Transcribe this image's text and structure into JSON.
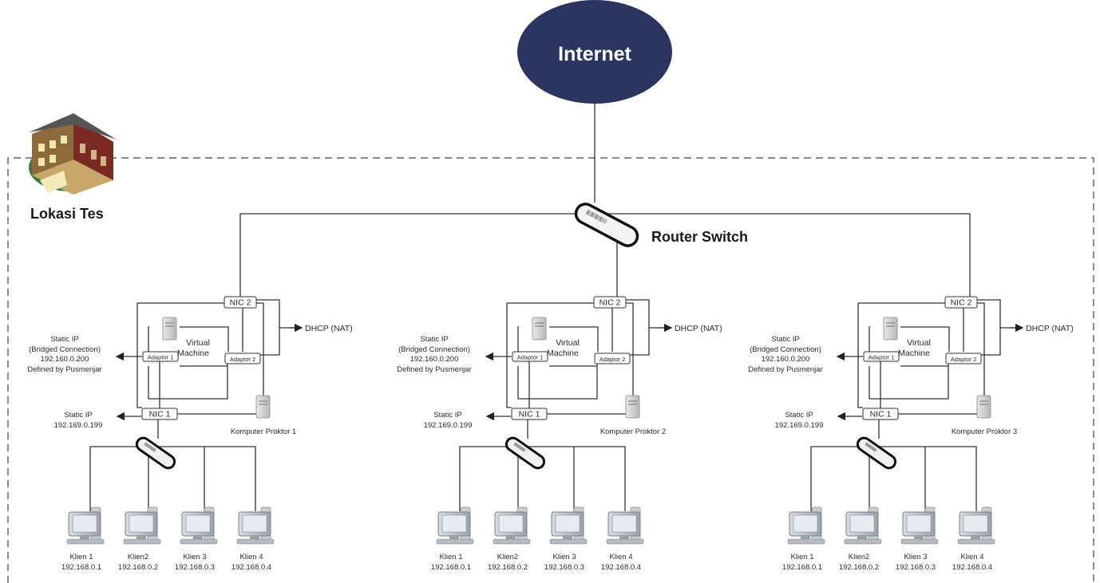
{
  "internet": {
    "label": "Internet",
    "color": "#2b3560"
  },
  "router": {
    "label": "Router Switch"
  },
  "location": {
    "label": "Lokasi Tes"
  },
  "sites": [
    {
      "nic2": "NIC 2",
      "nic1": "NIC 1",
      "adaptor1": "Adaptor 1",
      "adaptor2": "Adaptor 2",
      "vm_line1": "Virtual",
      "vm_line2": "Machine",
      "dhcp": "DHCP (NAT)",
      "bridged": [
        "Static IP",
        "(Bridged Connection)",
        "192.160.0.200",
        "Defined by Pusmenjar"
      ],
      "static": [
        "Static IP",
        "192.169.0.199"
      ],
      "proktor": "Komputer Proktor 1",
      "clients": [
        {
          "name": "Klien 1",
          "ip": "192.168.0.1"
        },
        {
          "name": "Klien2",
          "ip": "192.168.0.2"
        },
        {
          "name": "Klien 3",
          "ip": "192.168.0.3"
        },
        {
          "name": "Klien 4",
          "ip": "192.168.0.4"
        }
      ]
    },
    {
      "nic2": "NIC 2",
      "nic1": "NIC 1",
      "adaptor1": "Adaptor 1",
      "adaptor2": "Adaptor 2",
      "vm_line1": "Virtual",
      "vm_line2": "Machine",
      "dhcp": "DHCP (NAT)",
      "bridged": [
        "Static IP",
        "(Bridged Connection)",
        "192.160.0.200",
        "Defined by Pusmenjar"
      ],
      "static": [
        "Static IP",
        "192.169.0.199"
      ],
      "proktor": "Komputer Proktor 2",
      "clients": [
        {
          "name": "Klien 1",
          "ip": "192.168.0.1"
        },
        {
          "name": "Klien2",
          "ip": "192.168.0.2"
        },
        {
          "name": "Klien 3",
          "ip": "192.168.0.3"
        },
        {
          "name": "Klien 4",
          "ip": "192.168.0.4"
        }
      ]
    },
    {
      "nic2": "NIC 2",
      "nic1": "NIC 1",
      "adaptor1": "Adaptor 1",
      "adaptor2": "Adaptor 2",
      "vm_line1": "Virtual",
      "vm_line2": "Machine",
      "dhcp": "DHCP (NAT)",
      "bridged": [
        "Static IP",
        "(Bridged Connection)",
        "192.160.0.200",
        "Defined by Pusmenjar"
      ],
      "static": [
        "Static IP",
        "192.169.0.199"
      ],
      "proktor": "Komputer Proktor 3",
      "clients": [
        {
          "name": "Klien 1",
          "ip": "192.168.0.1"
        },
        {
          "name": "Klien2",
          "ip": "192.168.0.2"
        },
        {
          "name": "Klien 3",
          "ip": "192.168.0.3"
        },
        {
          "name": "Klien 4",
          "ip": "192.168.0.4"
        }
      ]
    }
  ]
}
